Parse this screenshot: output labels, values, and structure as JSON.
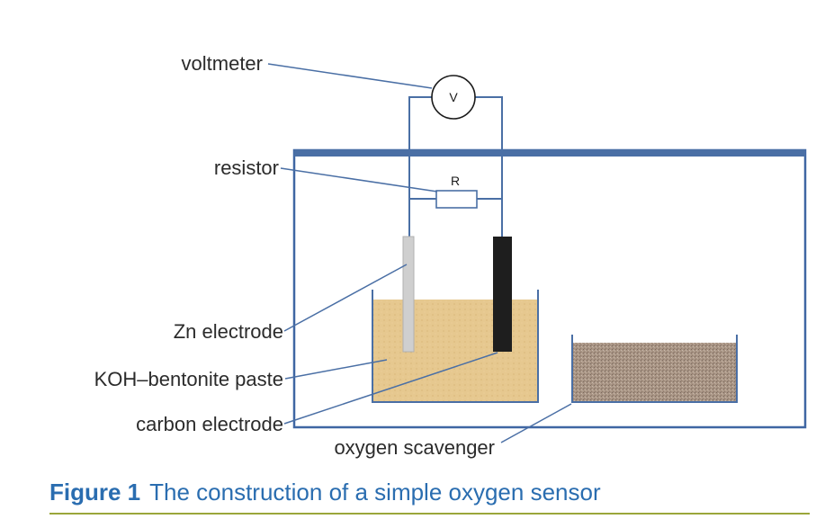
{
  "labels": {
    "voltmeter": "voltmeter",
    "resistor": "resistor",
    "zn_electrode": "Zn electrode",
    "paste": "KOH–bentonite paste",
    "carbon_electrode": "carbon electrode",
    "oxygen_scavenger": "oxygen scavenger"
  },
  "symbols": {
    "voltmeter": "V",
    "resistor": "R"
  },
  "caption": {
    "figure": "Figure 1",
    "text": "The construction of a simple oxygen sensor"
  },
  "colors": {
    "wire": "#4a6fa5",
    "paste": "#e6c88f",
    "scavenger": "#a89484",
    "carbon": "#1e1e1e",
    "zinc": "#cfcfcf",
    "caption": "#2a6db0",
    "rule": "#9aa63a"
  }
}
